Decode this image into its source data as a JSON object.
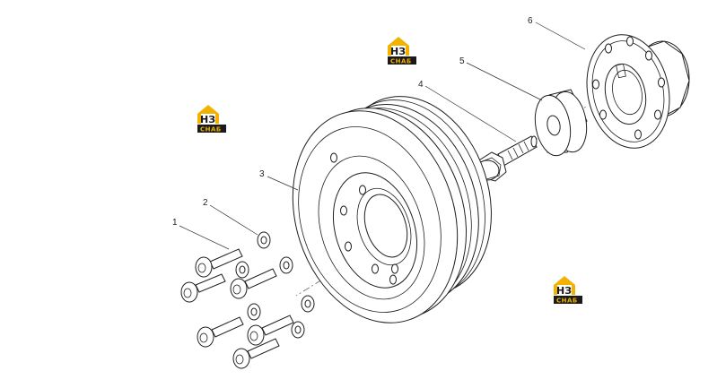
{
  "diagram": {
    "callouts": [
      "1",
      "2",
      "3",
      "4",
      "5",
      "6"
    ],
    "watermark": {
      "top": "НЗ",
      "bottom": "СНАБ",
      "accent_color": "#f2b300",
      "dark_color": "#1a1a1a"
    },
    "parts": [
      {
        "number": "1",
        "part": "socket-head-screw"
      },
      {
        "number": "2",
        "part": "washer"
      },
      {
        "number": "3",
        "part": "pulley"
      },
      {
        "number": "4",
        "part": "hex-flange-bolt"
      },
      {
        "number": "5",
        "part": "spacer-washer"
      },
      {
        "number": "6",
        "part": "hub"
      }
    ]
  }
}
